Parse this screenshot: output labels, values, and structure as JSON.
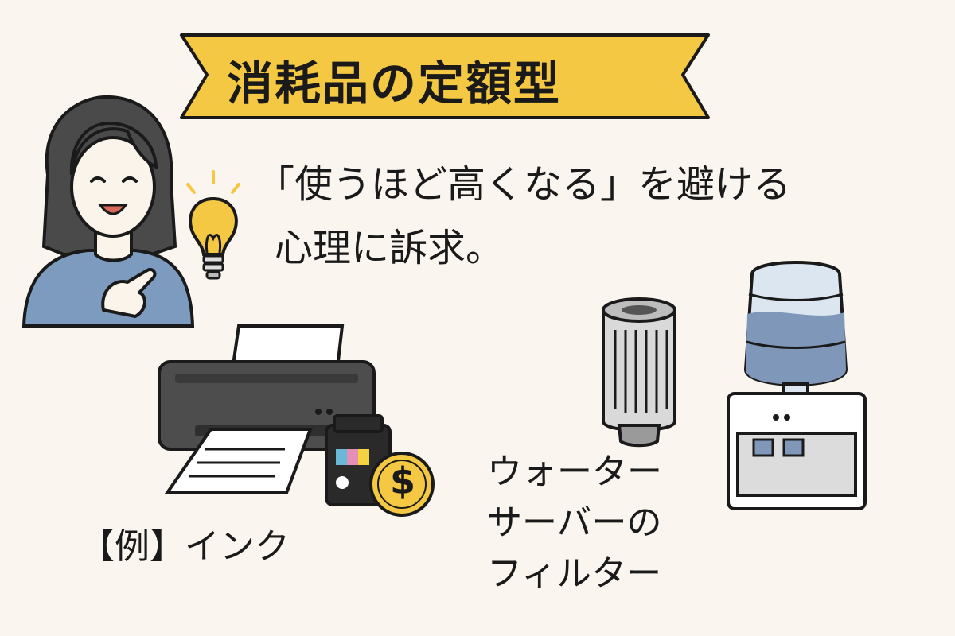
{
  "banner": {
    "title": "消耗品の定額型",
    "color": "#f4c842"
  },
  "message": {
    "line1": "「使うほど高くなる」を避ける",
    "line2": "心理に訴求。"
  },
  "examples": {
    "ink_label": "【例】インク",
    "filter_label_line1": "ウォーター",
    "filter_label_line2": "サーバーの",
    "filter_label_line3": "フィルター",
    "coin_symbol": "$"
  },
  "colors": {
    "background": "#faf6ef",
    "shirt": "#7d9bbf",
    "hair": "#4a4a4a",
    "bulb": "#f4c842",
    "water": "#7f97b8",
    "printer": "#4d4d4d"
  }
}
